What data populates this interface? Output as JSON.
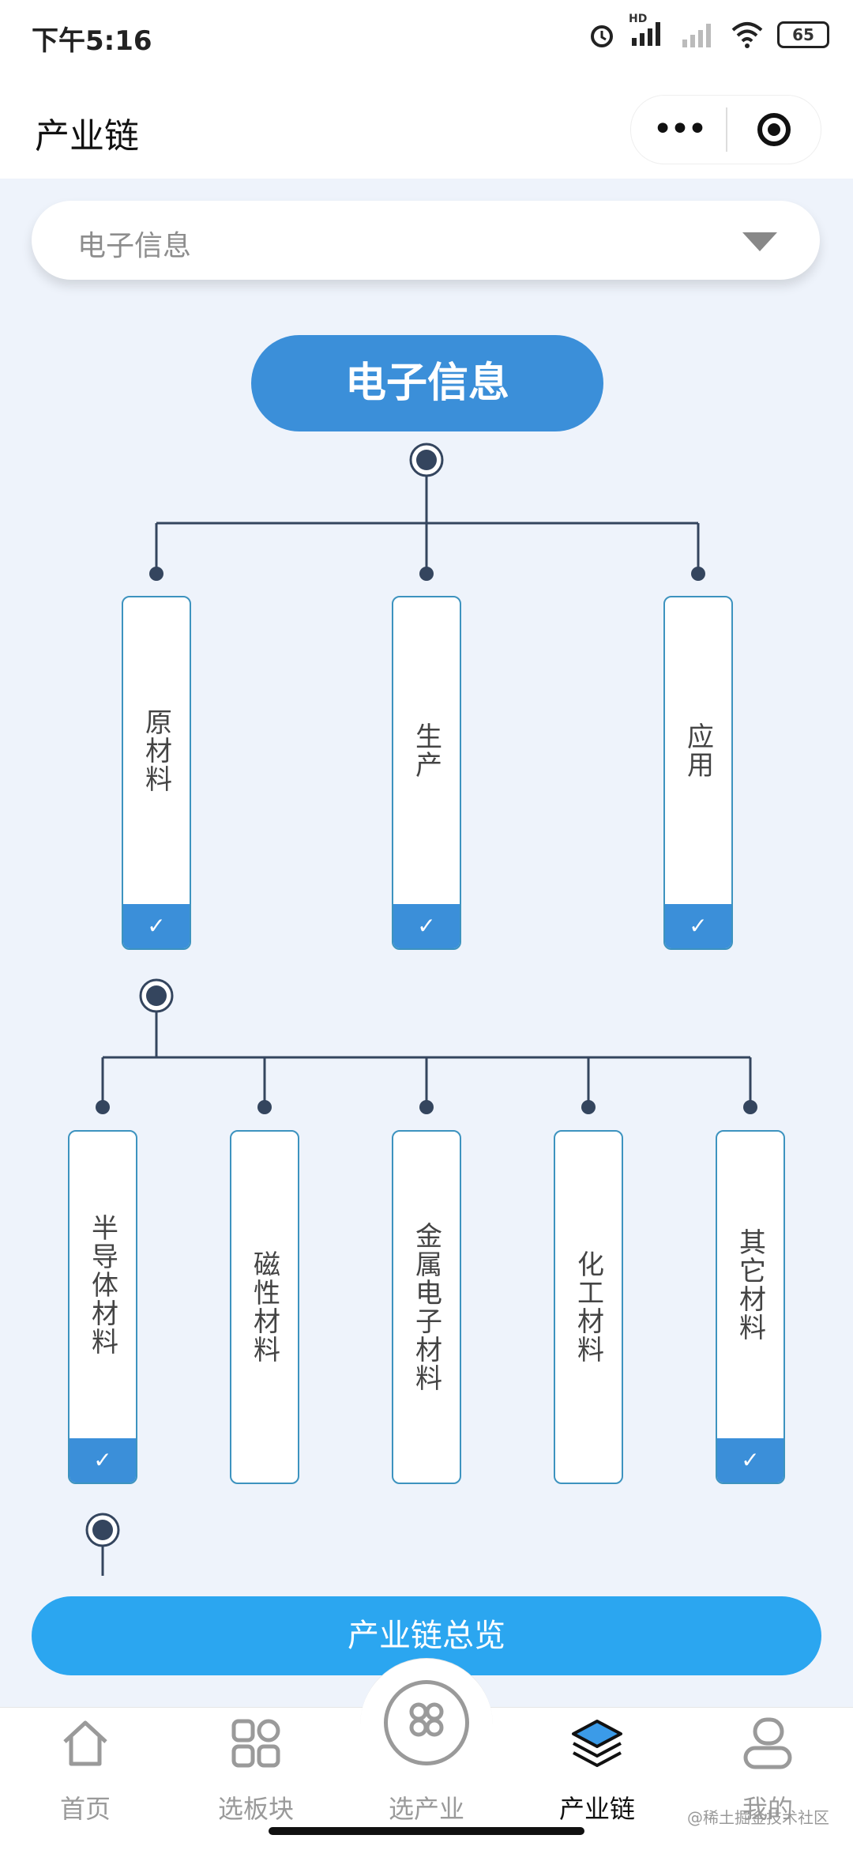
{
  "status_bar": {
    "time": "下午5:16",
    "battery": "65",
    "hd": "HD"
  },
  "nav": {
    "title": "产业链",
    "more": "•••"
  },
  "dropdown": {
    "value": "电子信息"
  },
  "tree": {
    "root": "电子信息",
    "level1": [
      {
        "label": "原材料",
        "checked": true
      },
      {
        "label": "生产",
        "checked": true
      },
      {
        "label": "应用",
        "checked": true
      }
    ],
    "level2": [
      {
        "label": "半导体材料",
        "checked": true
      },
      {
        "label": "磁性材料",
        "checked": false
      },
      {
        "label": "金属电子材料",
        "checked": false
      },
      {
        "label": "化工材料",
        "checked": false
      },
      {
        "label": "其它材料",
        "checked": true
      }
    ],
    "check_mark": "✓"
  },
  "overview_button": "产业链总览",
  "tabs": [
    {
      "label": "首页",
      "icon": "home-icon",
      "active": false
    },
    {
      "label": "选板块",
      "icon": "grid-icon",
      "active": false
    },
    {
      "label": "选产业",
      "icon": "select-industry-icon",
      "active": false
    },
    {
      "label": "产业链",
      "icon": "layers-icon",
      "active": true
    },
    {
      "label": "我的",
      "icon": "profile-icon",
      "active": false
    }
  ],
  "watermark": "@稀土掘金技术社区"
}
